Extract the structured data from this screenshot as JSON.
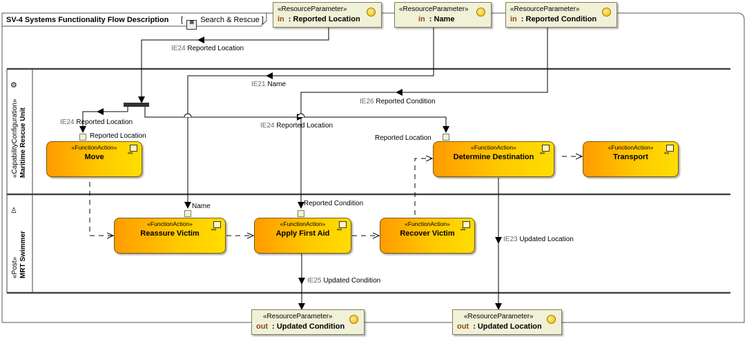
{
  "diagram": {
    "title": "SV-4 Systems Functionality Flow Description",
    "context_label": "Search & Rescue",
    "context_icon": "activity-diagram-icon"
  },
  "lanes": [
    {
      "stereotype": "«CapabilityConfiguration»",
      "name": "Maritime Rescue Unit",
      "icon": "capability-configuration-icon"
    },
    {
      "stereotype": "«Post»",
      "name": "MRT Swimmer",
      "icon": "post-icon"
    }
  ],
  "input_parameters": [
    {
      "stereotype": "«ResourceParameter»",
      "direction": "in",
      "name": ": Reported Location"
    },
    {
      "stereotype": "«ResourceParameter»",
      "direction": "in",
      "name": ": Name"
    },
    {
      "stereotype": "«ResourceParameter»",
      "direction": "in",
      "name": ": Reported Condition"
    }
  ],
  "output_parameters": [
    {
      "stereotype": "«ResourceParameter»",
      "direction": "out",
      "name": ": Updated Condition"
    },
    {
      "stereotype": "«ResourceParameter»",
      "direction": "out",
      "name": ": Updated Location"
    }
  ],
  "actions": [
    {
      "stereotype": "«FunctionAction»",
      "name": "Move"
    },
    {
      "stereotype": "«FunctionAction»",
      "name": "Determine Destination"
    },
    {
      "stereotype": "«FunctionAction»",
      "name": "Transport"
    },
    {
      "stereotype": "«FunctionAction»",
      "name": "Reassure Victim"
    },
    {
      "stereotype": "«FunctionAction»",
      "name": "Apply First Aid"
    },
    {
      "stereotype": "«FunctionAction»",
      "name": "Recover Victim"
    }
  ],
  "pins": {
    "move_in": "Reported Location",
    "determine_in": "Reported Location",
    "reassure_in": "Name",
    "firstaid_in": "Reported Condition"
  },
  "flows": [
    {
      "id": "IE24",
      "label": "Reported Location"
    },
    {
      "id": "IE21",
      "label": "Name"
    },
    {
      "id": "IE26",
      "label": "Reported Condition"
    },
    {
      "id": "IE24",
      "label": "Reported Location"
    },
    {
      "id": "IE24",
      "label": "Reported Location"
    },
    {
      "id": "IE23",
      "label": "Updated Location"
    },
    {
      "id": "IE25",
      "label": "Updated Condition"
    }
  ]
}
